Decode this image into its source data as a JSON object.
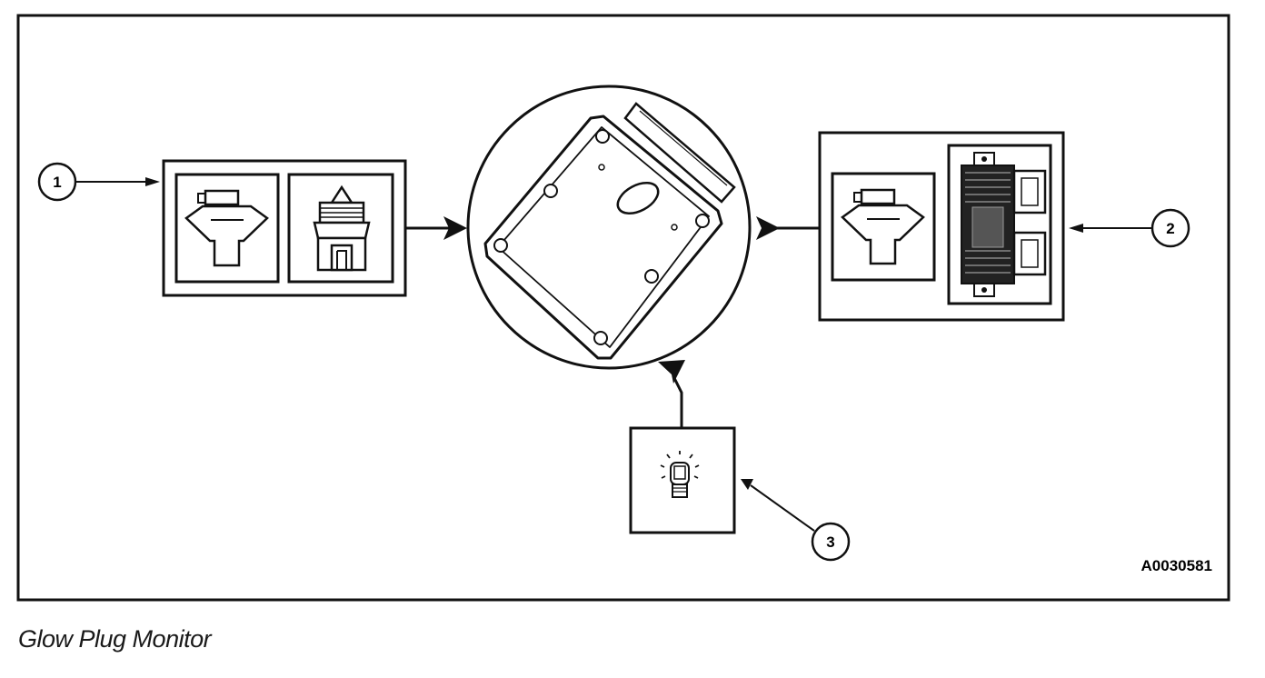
{
  "diagram": {
    "caption": "Glow Plug Monitor",
    "reference_code": "A0030581",
    "callouts": [
      {
        "number": "1",
        "component": "input-sensors"
      },
      {
        "number": "2",
        "component": "glow-plug-relay-output"
      },
      {
        "number": "3",
        "component": "glow-plug-indicator-lamp"
      }
    ],
    "icons": {
      "input_left_a": "glow-plug-icon",
      "input_left_b": "sensor-connector-icon",
      "center": "pcm-module-icon",
      "output_a": "glow-plug-icon",
      "output_b": "glow-plug-relay-icon",
      "lamp": "indicator-lamp-icon"
    }
  }
}
